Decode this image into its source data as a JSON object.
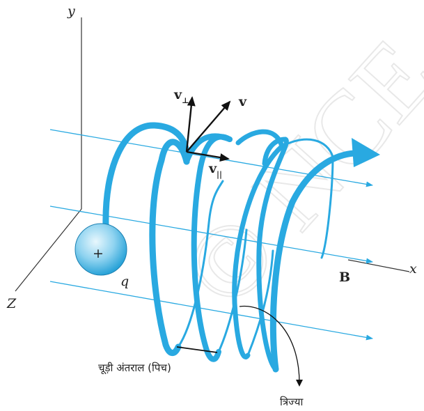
{
  "labels": {
    "y_axis": "y",
    "x_axis": "x",
    "z_axis": "Z",
    "charge_sign": "+",
    "charge": "q",
    "field": "B",
    "velocity": "v",
    "v_perp_base": "v",
    "v_perp_sub": "⊥",
    "v_par_base": "v",
    "v_par_sub": "||",
    "pitch": "चूड़ी अंतराल (पिच)",
    "radius": "त्रिज्या"
  },
  "watermark": "© NCE",
  "colors": {
    "helix": "#29a9e1",
    "field_line": "#29a9e1",
    "axis": "#333333",
    "vector": "#111111",
    "sphere_light": "#e8f7fd",
    "sphere_dark": "#2aa3d8"
  }
}
